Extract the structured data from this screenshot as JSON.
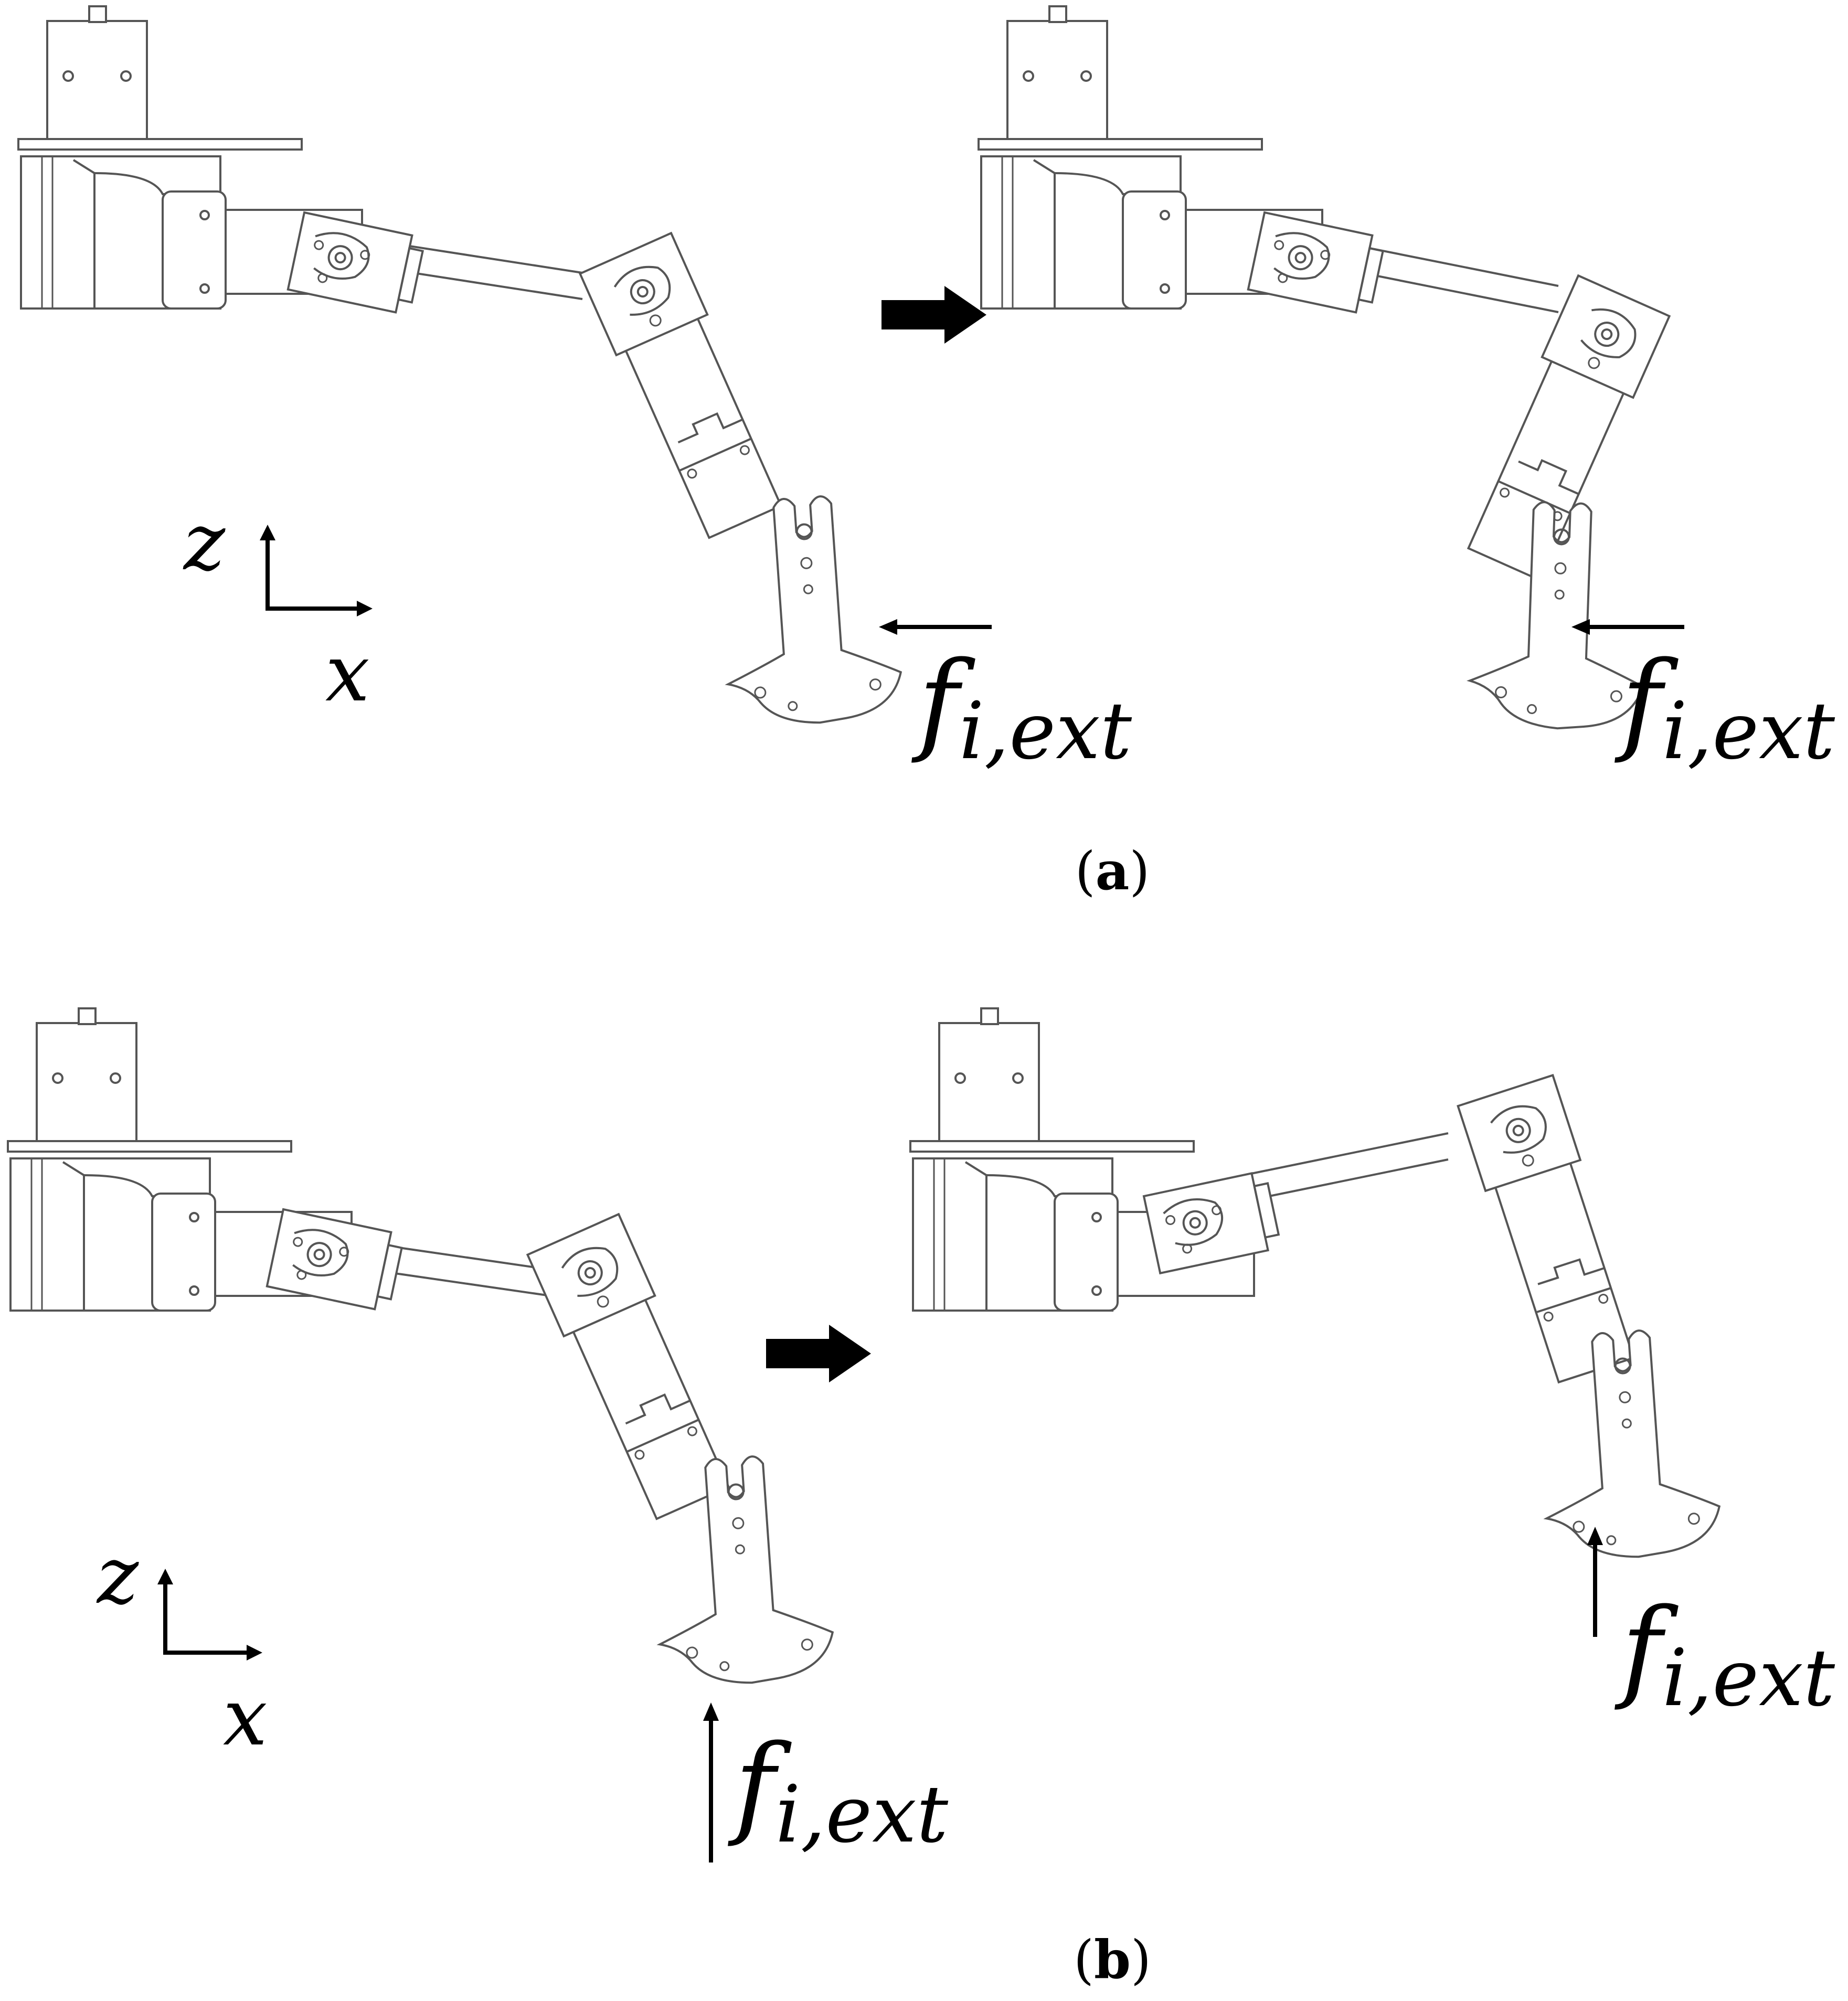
{
  "panels": [
    {
      "caption_open": "(",
      "caption_letter": "a",
      "caption_close": ")",
      "axis_vertical": "z",
      "axis_horizontal": "x",
      "force_main": "f",
      "force_sub": "i,ext",
      "force_direction": "horizontal-left"
    },
    {
      "caption_open": "(",
      "caption_letter": "b",
      "caption_close": ")",
      "axis_vertical": "z",
      "axis_horizontal": "x",
      "force_main": "f",
      "force_sub": "i,ext",
      "force_direction": "vertical-up"
    }
  ],
  "colors": {
    "line": "#555555",
    "ink": "#000000",
    "background": "#ffffff"
  }
}
